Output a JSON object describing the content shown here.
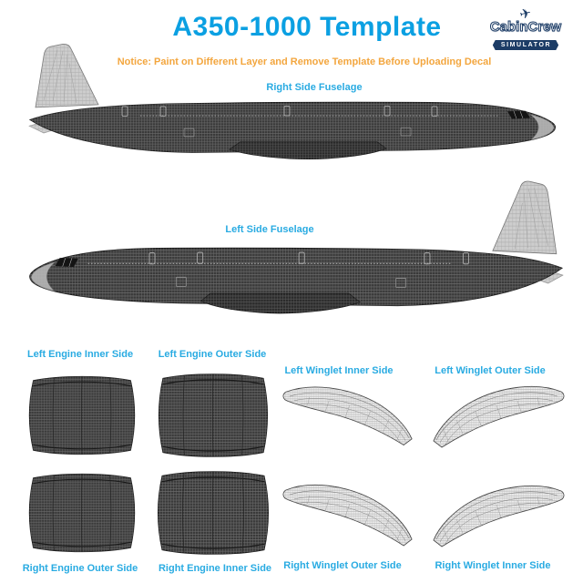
{
  "header": {
    "title": "A350-1000 Template",
    "notice": "Notice: Paint on Different Layer and Remove Template Before Uploading Decal"
  },
  "logo": {
    "brand": "CabinCrew",
    "tagline": "SIMULATOR",
    "plane_icon": "✈"
  },
  "labels": {
    "right_fuselage": "Right Side Fuselage",
    "left_fuselage": "Left Side Fuselage",
    "left_engine_inner": "Left Engine Inner Side",
    "left_engine_outer": "Left Engine Outer Side",
    "left_winglet_inner": "Left Winglet Inner Side",
    "left_winglet_outer": "Left Winglet Outer Side",
    "right_engine_outer": "Right Engine Outer Side",
    "right_engine_inner": "Right Engine Inner Side",
    "right_winglet_outer": "Right Winglet Outer Side",
    "right_winglet_inner": "Right Winglet Inner Side"
  },
  "colors": {
    "title-blue": "#0ba0e2",
    "label-cyan": "#29abe2",
    "notice-orange": "#f3a63e",
    "logo-navy": "#1c3c66",
    "template-dark": "#3a3a3a",
    "template-light": "#cdcdcd"
  }
}
